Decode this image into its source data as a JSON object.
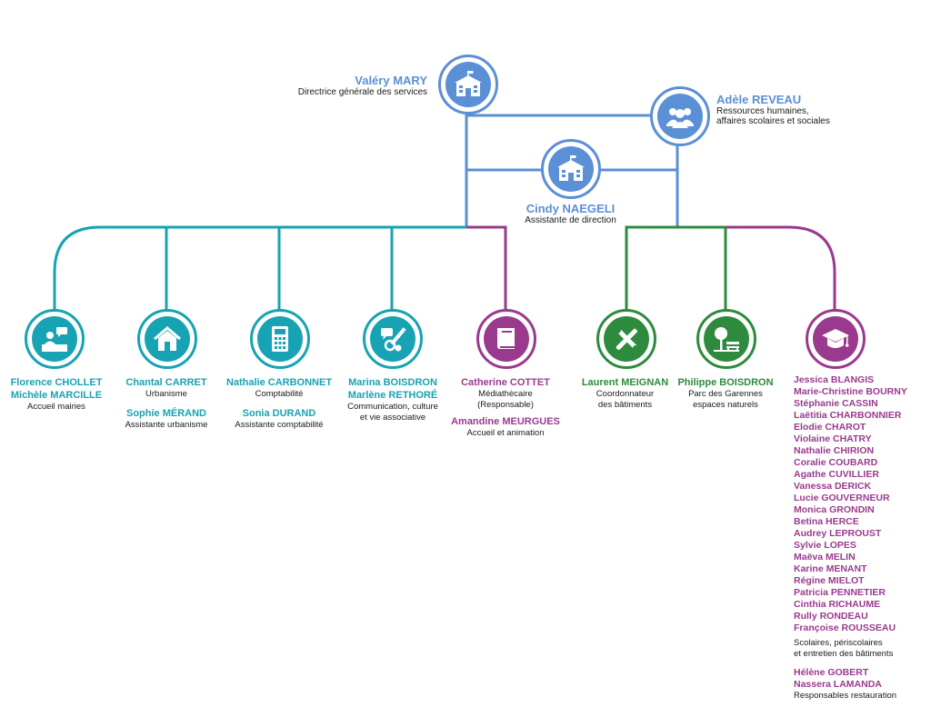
{
  "directors": {
    "mary": {
      "name": "Valéry MARY",
      "role": "Directrice générale des services"
    },
    "reveau": {
      "name": "Adèle REVEAU",
      "role_l1": "Ressources humaines,",
      "role_l2": "affaires scolaires et sociales"
    },
    "naegeli": {
      "name": "Cindy NAEGELI",
      "role": "Assistante de direction"
    }
  },
  "services": {
    "accueil": {
      "p1": "Florence CHOLLET",
      "p2": "Michèle MARCILLE",
      "role": "Accueil mairies"
    },
    "urbanisme": {
      "p1": "Chantal CARRET",
      "r1": "Urbanisme",
      "p2": "Sophie MÉRAND",
      "r2": "Assistante urbanisme"
    },
    "compta": {
      "p1": "Nathalie CARBONNET",
      "r1": "Comptabilité",
      "p2": "Sonia DURAND",
      "r2": "Assistante comptabilité"
    },
    "communication": {
      "p1": "Marina BOISDRON",
      "p2": "Marlène RETHORÉ",
      "r_l1": "Communication, culture",
      "r_l2": "et vie associative"
    },
    "mediatheque": {
      "p1": "Catherine COTTET",
      "r1_l1": "Médiathècaire",
      "r1_l2": "(Responsable)",
      "p2": "Amandine MEURGUES",
      "r2": "Accueil et animation"
    },
    "batiments": {
      "p1": "Laurent MEIGNAN",
      "r_l1": "Coordonnateur",
      "r_l2": "des bâtiments"
    },
    "espaces": {
      "p1": "Philippe BOISDRON",
      "r_l1": "Parc des Garennes",
      "r_l2": "espaces naturels"
    },
    "scolaire": {
      "people": [
        "Jessica BLANGIS",
        "Marie-Christine BOURNY",
        "Stéphanie CASSIN",
        "Laëtitia CHARBONNIER",
        "Elodie CHAROT",
        "Violaine CHATRY",
        "Nathalie CHIRION",
        "Coralie COUBARD",
        "Agathe CUVILLIER",
        "Vanessa DERICK",
        "Lucie GOUVERNEUR",
        "Monica GRONDIN",
        "Betina HERCE",
        "Audrey LEPROUST",
        "Sylvie LOPES",
        "Maëva MELIN",
        "Karine MENANT",
        "Régine MIELOT",
        "Patricia PENNETIER",
        "Cinthia RICHAUME",
        "Rully RONDEAU",
        "Françoise ROUSSEAU"
      ],
      "r1_l1": "Scolaires, périscolaires",
      "r1_l2": "et entretien des bâtiments",
      "restauration": [
        "Hélène GOBERT",
        "Nassera LAMANDA"
      ],
      "r2": "Responsables restauration"
    }
  },
  "colors": {
    "blue": "#5b8fd6",
    "teal": "#17a3b3",
    "purple": "#9a3a8e",
    "green": "#2e8b3e"
  },
  "icons": [
    "school-building-icon",
    "people-group-icon",
    "reception-desk-icon",
    "house-icon",
    "calculator-icon",
    "creative-tools-icon",
    "book-icon",
    "tools-wrench-icon",
    "park-tree-bench-icon",
    "graduation-cap-icon"
  ]
}
